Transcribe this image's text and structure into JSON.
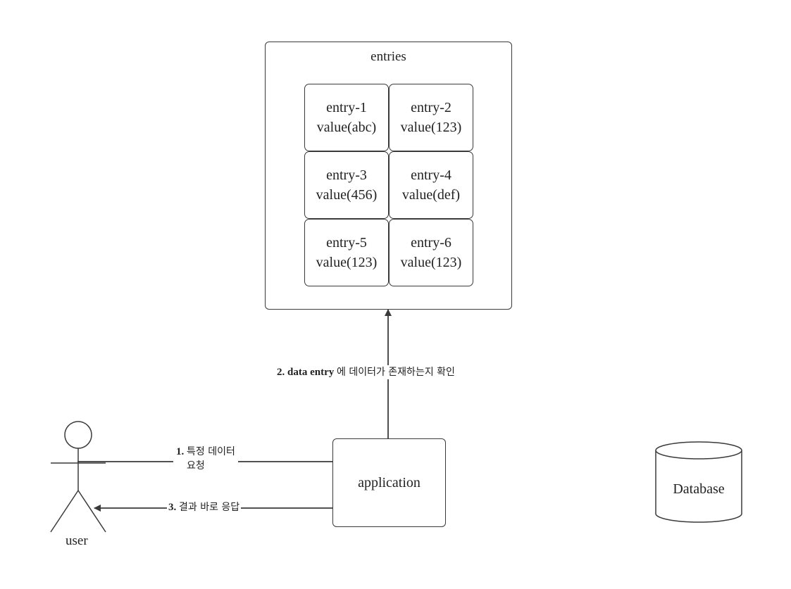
{
  "entries_container": {
    "title": "entries"
  },
  "entries": [
    {
      "name": "entry-1",
      "value": "value(abc)"
    },
    {
      "name": "entry-2",
      "value": "value(123)"
    },
    {
      "name": "entry-3",
      "value": "value(456)"
    },
    {
      "name": "entry-4",
      "value": "value(def)"
    },
    {
      "name": "entry-5",
      "value": "value(123)"
    },
    {
      "name": "entry-6",
      "value": "value(123)"
    }
  ],
  "application": {
    "label": "application"
  },
  "database": {
    "label": "Database"
  },
  "actor": {
    "label": "user"
  },
  "edges": {
    "request": {
      "num": "1.",
      "text_line1": "특정 데이터",
      "text_line2": "요청"
    },
    "check": {
      "num": "2.",
      "bold": "data entry",
      "text": "에 데이터가 존재하는지 확인"
    },
    "response": {
      "num": "3.",
      "text": "결과 바로 응답"
    }
  }
}
